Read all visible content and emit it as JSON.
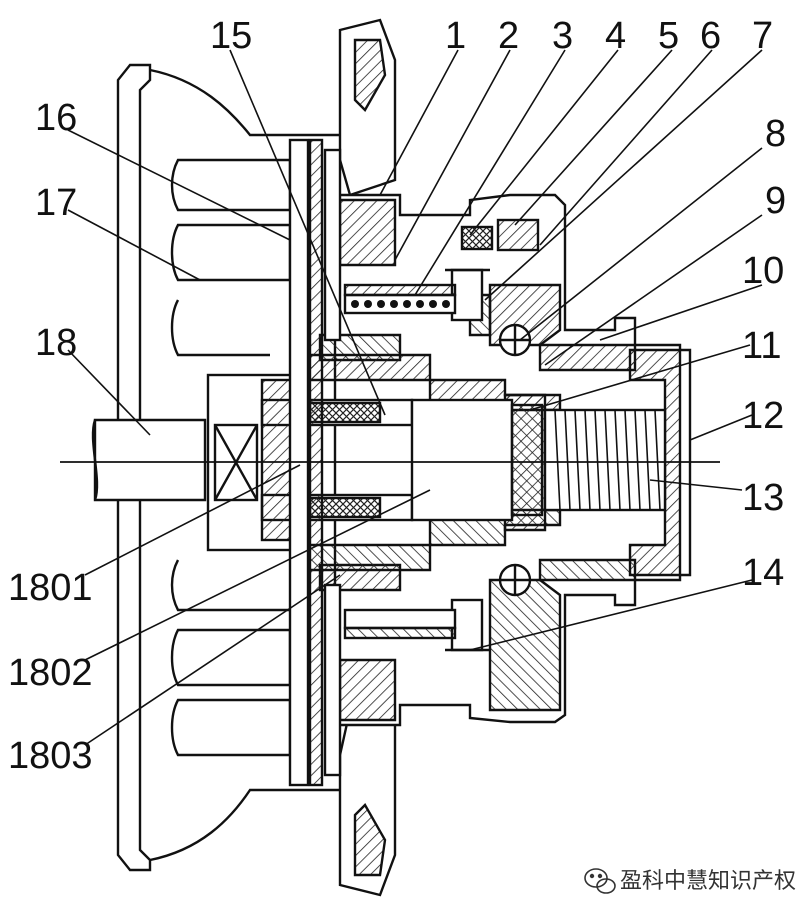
{
  "part_labels": [
    "1",
    "2",
    "3",
    "4",
    "5",
    "6",
    "7",
    "8",
    "9",
    "10",
    "11",
    "12",
    "13",
    "14",
    "15",
    "16",
    "17",
    "18",
    "1801",
    "1802",
    "1803"
  ],
  "watermark": {
    "text": "盈科中慧知识产权",
    "icon": "wechat-icon"
  },
  "colors": {
    "ink": "#111111",
    "hatch": "#222222",
    "background": "#ffffff"
  }
}
